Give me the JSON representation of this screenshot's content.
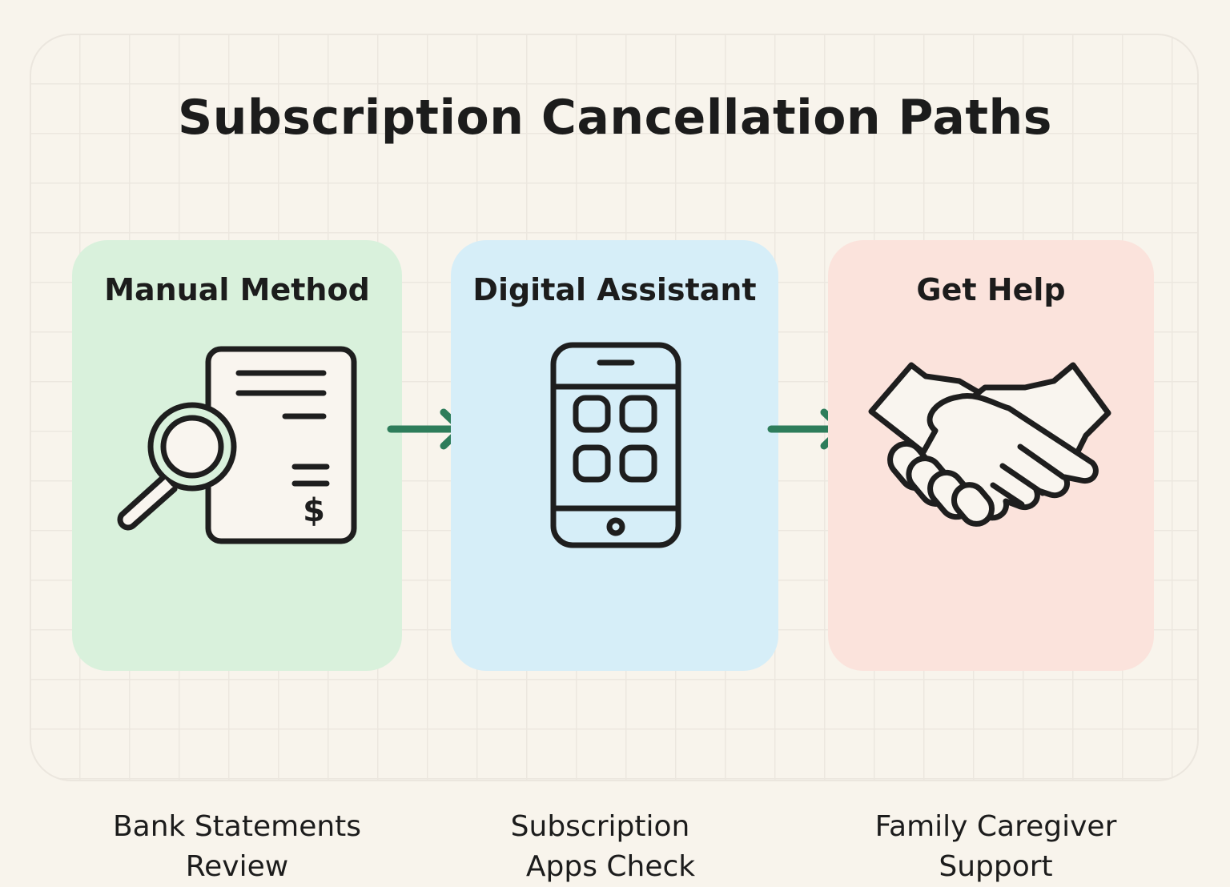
{
  "title": "Subscription Cancellation Paths",
  "colors": {
    "background": "#f8f4ec",
    "card_manual": "#d9f1dc",
    "card_digital": "#d6eef8",
    "card_help": "#fbe3dc",
    "arrow": "#2e7d5b",
    "icon_stroke": "#1e1e1e",
    "icon_fill": "#f9f5ef"
  },
  "cards": [
    {
      "heading": "Manual Method",
      "icon": "document-magnifier-dollar-icon",
      "caption_line1": "Bank Statements",
      "caption_line2": "Review"
    },
    {
      "heading": "Digital Assistant",
      "icon": "smartphone-apps-icon",
      "caption_line1": "Subscription",
      "caption_line2": "Apps Check"
    },
    {
      "heading": "Get Help",
      "icon": "handshake-icon",
      "caption_line1": "Family Caregiver",
      "caption_line2": "Support"
    }
  ],
  "arrows": [
    {
      "from": "Manual Method",
      "to": "Digital Assistant",
      "icon": "arrow-right-icon"
    },
    {
      "from": "Digital Assistant",
      "to": "Get Help",
      "icon": "arrow-right-icon"
    }
  ]
}
